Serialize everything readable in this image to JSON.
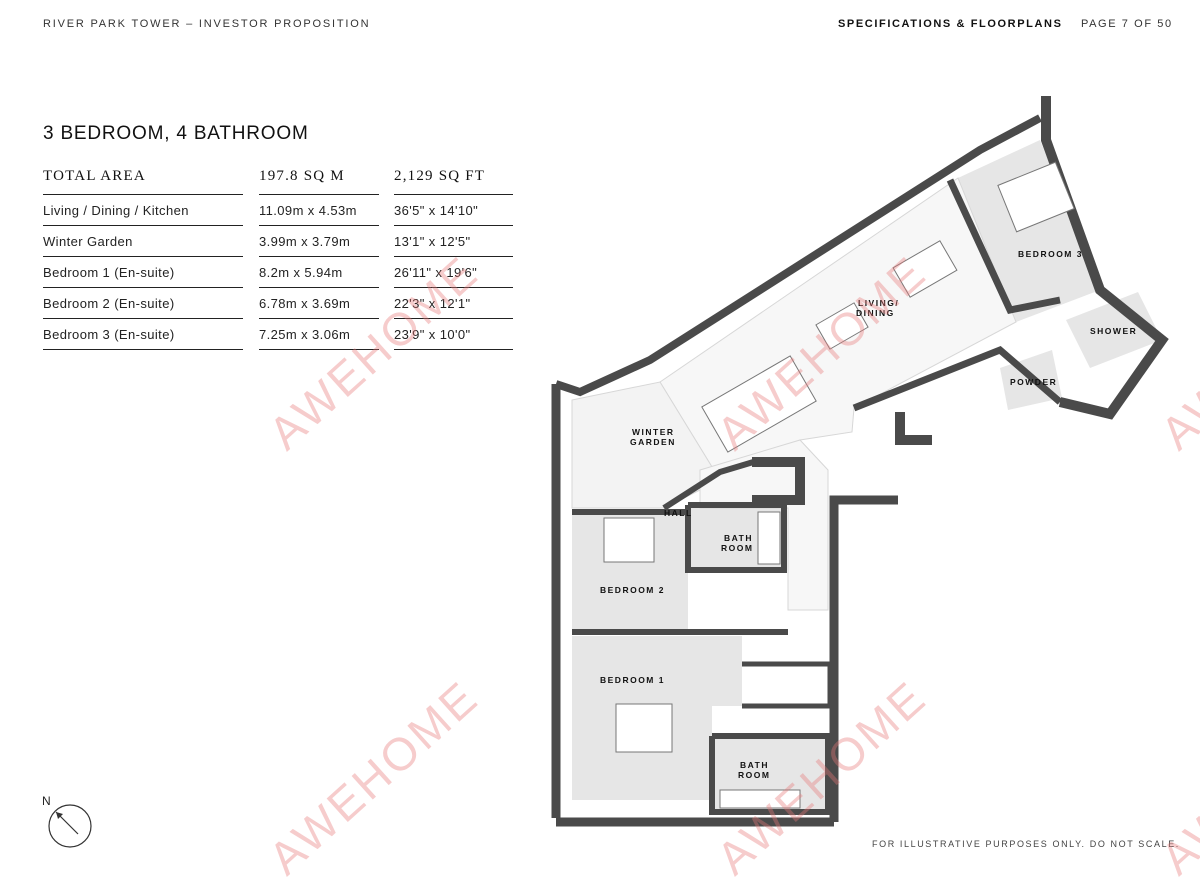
{
  "header": {
    "document_title": "RIVER PARK TOWER – INVESTOR PROPOSITION",
    "section": "SPECIFICATIONS & FLOORPLANS",
    "page": "PAGE 7 OF 50"
  },
  "unit": {
    "title": "3 BEDROOM, 4 BATHROOM",
    "total_area_label": "TOTAL AREA",
    "total_area_sqm": "197.8 SQ M",
    "total_area_sqft": "2,129 SQ FT",
    "rooms": [
      {
        "name": "Living / Dining / Kitchen",
        "metric": "11.09m x 4.53m",
        "imperial": "36'5\" x 14'10\""
      },
      {
        "name": "Winter Garden",
        "metric": "3.99m x 3.79m",
        "imperial": "13'1\" x 12'5\""
      },
      {
        "name": "Bedroom 1 (En-suite)",
        "metric": "8.2m x 5.94m",
        "imperial": "26'11\" x 19'6\""
      },
      {
        "name": "Bedroom 2 (En-suite)",
        "metric": "6.78m x 3.69m",
        "imperial": "22'3\" x 12'1\""
      },
      {
        "name": "Bedroom 3 (En-suite)",
        "metric": "7.25m x 3.06m",
        "imperial": "23'9\" x 10'0\""
      }
    ]
  },
  "floorplan": {
    "labels": {
      "bedroom3": "BEDROOM 3",
      "living_1": "LIVING/",
      "living_2": "DINING",
      "shower": "SHOWER",
      "powder": "POWDER",
      "winter_1": "WINTER",
      "winter_2": "GARDEN",
      "hall": "HALL",
      "bath_a_1": "BATH",
      "bath_a_2": "ROOM",
      "bedroom2": "BEDROOM 2",
      "bedroom1": "BEDROOM 1",
      "bath_b_1": "BATH",
      "bath_b_2": "ROOM"
    },
    "wall_color": "#4a4a4a",
    "room_fill": "#e6e6e6"
  },
  "compass": {
    "label": "N"
  },
  "footer": {
    "note": "FOR ILLUSTRATIVE PURPOSES ONLY. DO NOT SCALE."
  },
  "watermark": {
    "text": "AWEHOME",
    "color": "#e87878"
  }
}
